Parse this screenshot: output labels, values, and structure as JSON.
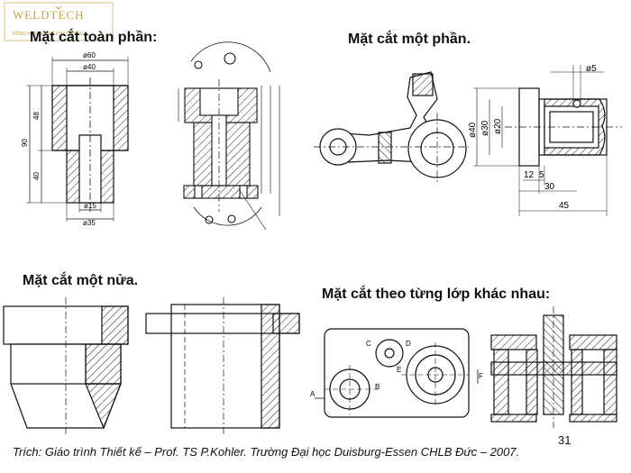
{
  "logo": {
    "brand": "WELDTECH",
    "tagline": "ĐỒNG HÀNH CÙNG PHÁT TRIỂN"
  },
  "titles": {
    "full_section": "Mặt cắt toàn phần:",
    "partial_section": "Mặt cắt một phần.",
    "half_section": "Mặt cắt một nửa.",
    "layered_section": "Mặt cắt theo từng lớp khác nhau:"
  },
  "dims_full": {
    "d60": "ø60",
    "d40": "ø40",
    "h90": "90",
    "h48": "48",
    "h40": "40",
    "d15": "ø15",
    "d35": "ø35"
  },
  "dims_partial": {
    "d5": "ø5",
    "d40": "ø40",
    "d30": "ø30",
    "d20": "ø20",
    "l12": "12",
    "l5": "5",
    "l30": "30",
    "l45": "45"
  },
  "labels_layered": {
    "a": "A",
    "b": "B",
    "c": "C",
    "d": "D",
    "e": "E",
    "f": "F"
  },
  "footer": {
    "citation": "Trích:  Giáo trình Thiết kế – Prof. TS P.Kohler. Trường Đại học Duisburg-Essen CHLB Đức – 2007.",
    "page_number": "31"
  }
}
